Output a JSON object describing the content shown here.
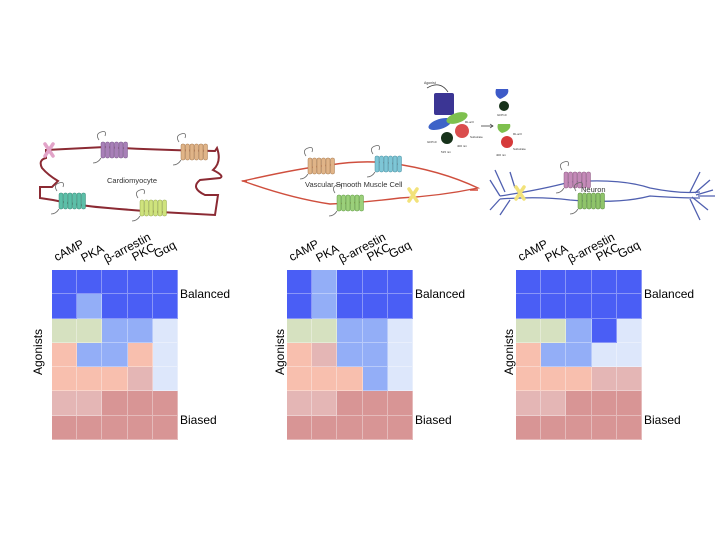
{
  "cells": {
    "cardiomyocyte": {
      "label": "Cardiomyocyte"
    },
    "vsmc": {
      "label": "Vascular Smooth Muscle Cell"
    },
    "neuron": {
      "label": "Neuron"
    }
  },
  "bret_assay": {
    "agonist_label": "Agonist",
    "gfp_label": "GFP10",
    "gfp_wavelength": "515 nm",
    "rluc_label": "RLucII",
    "substrate_label": "Substrate",
    "rluc_wavelength": "400 nm",
    "gfp_label_2": "GFP10",
    "rluc_label_2": "RLucII",
    "substrate_label_2": "Substrate",
    "rluc_wavelength_2": "400 nm",
    "gamma_label": "βγ",
    "alpha_label": "α"
  },
  "legend_colors": {
    "DB": "#4a5ef5",
    "LB": "#93aef7",
    "VL": "#dde7fb",
    "G": "#d6e1c0",
    "S": "#f8bfae",
    "P": "#e4b6b5",
    "R": "#d89595"
  },
  "chart_data": [
    {
      "type": "heatmap",
      "title": "Cardiomyocyte",
      "columns": [
        "cAMP",
        "PKA",
        "β-arrestin",
        "PKC",
        "Gαq"
      ],
      "ylabel": "Agonists",
      "row_annotations": {
        "top": "Balanced",
        "bottom": "Biased"
      },
      "rows": [
        [
          "DB",
          "DB",
          "DB",
          "DB",
          "DB"
        ],
        [
          "DB",
          "LB",
          "DB",
          "DB",
          "DB"
        ],
        [
          "G",
          "G",
          "LB",
          "LB",
          "VL"
        ],
        [
          "S",
          "LB",
          "LB",
          "S",
          "VL"
        ],
        [
          "S",
          "S",
          "S",
          "P",
          "VL"
        ],
        [
          "P",
          "P",
          "R",
          "R",
          "R"
        ],
        [
          "R",
          "R",
          "R",
          "R",
          "R"
        ]
      ]
    },
    {
      "type": "heatmap",
      "title": "Vascular Smooth Muscle Cell",
      "columns": [
        "cAMP",
        "PKA",
        "β-arrestin",
        "PKC",
        "Gαq"
      ],
      "ylabel": "Agonists",
      "row_annotations": {
        "top": "Balanced",
        "bottom": "Biased"
      },
      "rows": [
        [
          "DB",
          "LB",
          "DB",
          "DB",
          "DB"
        ],
        [
          "DB",
          "LB",
          "DB",
          "DB",
          "DB"
        ],
        [
          "G",
          "G",
          "LB",
          "LB",
          "VL"
        ],
        [
          "S",
          "P",
          "LB",
          "LB",
          "VL"
        ],
        [
          "S",
          "S",
          "S",
          "LB",
          "VL"
        ],
        [
          "P",
          "P",
          "R",
          "R",
          "R"
        ],
        [
          "R",
          "R",
          "R",
          "R",
          "R"
        ]
      ]
    },
    {
      "type": "heatmap",
      "title": "Neuron",
      "columns": [
        "cAMP",
        "PKA",
        "β-arrestin",
        "PKC",
        "Gαq"
      ],
      "ylabel": "Agonists",
      "row_annotations": {
        "top": "Balanced",
        "bottom": "Biased"
      },
      "rows": [
        [
          "DB",
          "DB",
          "DB",
          "DB",
          "DB"
        ],
        [
          "DB",
          "DB",
          "DB",
          "DB",
          "DB"
        ],
        [
          "G",
          "G",
          "LB",
          "DB",
          "VL"
        ],
        [
          "S",
          "LB",
          "LB",
          "VL",
          "VL"
        ],
        [
          "S",
          "S",
          "S",
          "P",
          "P"
        ],
        [
          "P",
          "P",
          "R",
          "R",
          "R"
        ],
        [
          "R",
          "R",
          "R",
          "R",
          "R"
        ]
      ]
    }
  ]
}
